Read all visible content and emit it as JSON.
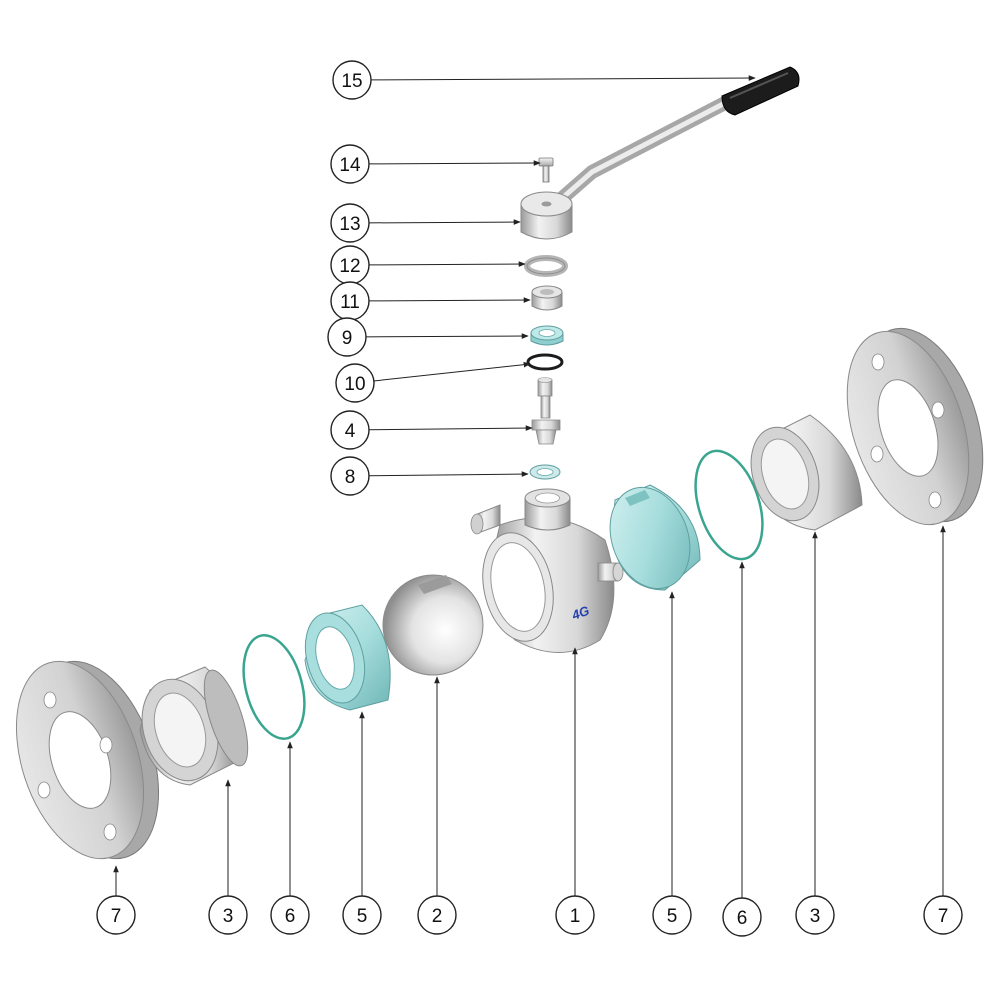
{
  "diagram": {
    "brand_mark": "4G",
    "colors": {
      "metal_light": "#f4f4f4",
      "metal_mid": "#c9c9c9",
      "metal_dark": "#8e8e8e",
      "seal_teal": "#a8dede",
      "oring_teal": "#3aa58f",
      "grip_black": "#1c1c1c",
      "brand_blue": "#2340b0"
    },
    "callouts": [
      {
        "label": "15"
      },
      {
        "label": "14"
      },
      {
        "label": "13"
      },
      {
        "label": "12"
      },
      {
        "label": "11"
      },
      {
        "label": "9"
      },
      {
        "label": "10"
      },
      {
        "label": "4"
      },
      {
        "label": "8"
      },
      {
        "label": "7"
      },
      {
        "label": "3"
      },
      {
        "label": "6"
      },
      {
        "label": "5"
      },
      {
        "label": "2"
      },
      {
        "label": "1"
      },
      {
        "label": "5"
      },
      {
        "label": "6"
      },
      {
        "label": "3"
      },
      {
        "label": "7"
      }
    ]
  }
}
